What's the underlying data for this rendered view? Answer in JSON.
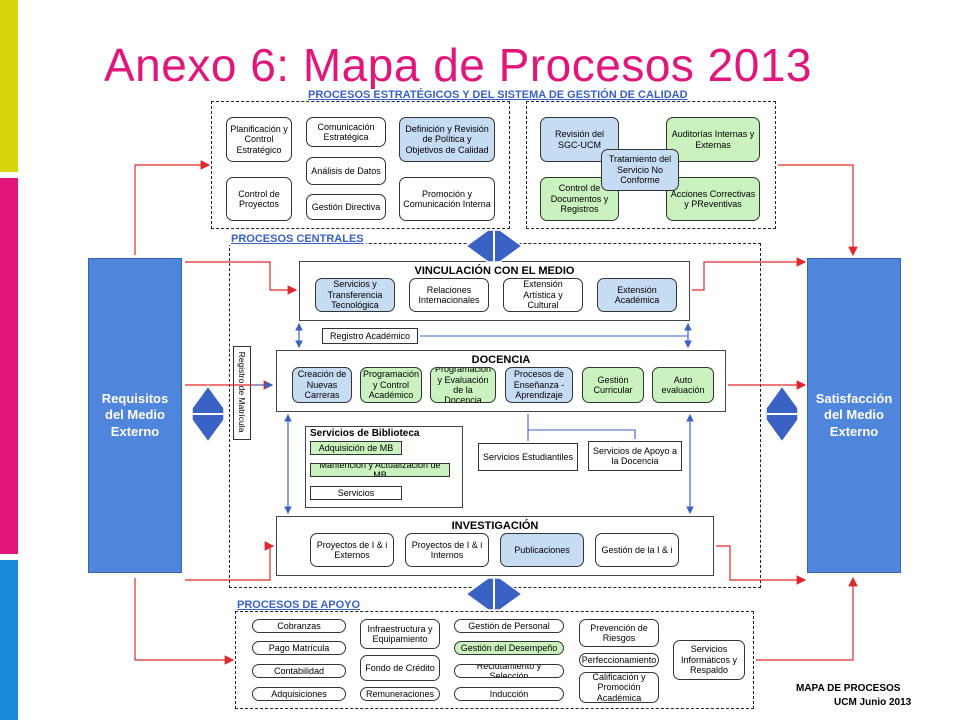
{
  "slide": {
    "title": "Anexo 6: Mapa de Procesos 2013"
  },
  "colors": {
    "title": "#e2157a",
    "band_top": "#d8d40a",
    "band_mid": "#e2157a",
    "band_bottom": "#1a8ad8",
    "column_blue": "#4f86dc",
    "box_blue": "#c5dcf2",
    "box_green": "#c9f2be",
    "arrow_red": "#e0282a",
    "arrow_blue": "#3a62c5"
  },
  "estrategicos": {
    "label": "PROCESOS ESTRATÉGICOS Y DEL SISTEMA DE GESTIÓN DE CALIDAD",
    "left": {
      "planificacion": "Planificación y Control Estratégico",
      "comunicacion_estrategica": "Comunicación Estratégica",
      "definicion_politica": "Definición y Revisión de Política y Objetivos de Calidad",
      "analisis_datos": "Análisis de Datos",
      "control_proyectos": "Control de Proyectos",
      "gestion_directiva": "Gestión Directiva",
      "promocion_comunicacion": "Promoción y Comunicación Interna"
    },
    "right": {
      "revision_sgc": "Revisión del SGC-UCM",
      "auditorias": "Auditorías Internas y Externas",
      "tratamiento": "Tratamiento del Servicio No Conforme",
      "control_documentos": "Control de Documentos y Registros",
      "acciones": "Acciones Correctivas y PReventivas"
    }
  },
  "centrales": {
    "label": "PROCESOS CENTRALES",
    "vinculacion": {
      "title": "VINCULACIÓN CON EL MEDIO",
      "items": [
        "Servicios y Transferencia Tecnológica",
        "Relaciones Internacionales",
        "Extensión Artística y Cultural",
        "Extensión Académica"
      ]
    },
    "registro_academico": "Registro Académico",
    "registro_matricula": "Registro de Matrícula",
    "docencia": {
      "title": "DOCENCIA",
      "items": [
        "Creación de Nuevas Carreras",
        "Programación y Control Académico",
        "Programación y Evaluación de la Docencia",
        "Procesos de Enseñanza - Aprendizaje",
        "Gestión Curricular",
        "Auto evaluación"
      ]
    },
    "biblioteca": {
      "title": "Servicios de Biblioteca",
      "items": [
        "Adquisición de MB",
        "Mantención y Actualización de MB",
        "Servicios"
      ]
    },
    "servicios_estudiantiles": "Servicios Estudiantiles",
    "servicios_apoyo_docencia": "Servicios de Apoyo a la Docencia",
    "investigacion": {
      "title": "INVESTIGACIÓN",
      "items": [
        "Proyectos de I & i Externos",
        "Proyectos de I & i Internos",
        "Publicaciones",
        "Gestión de la I & i"
      ]
    }
  },
  "requisitos": "Requisitos del Medio Externo",
  "satisfaccion": "Satisfacción del Medio Externo",
  "apoyo": {
    "label": "PROCESOS DE APOYO",
    "col1": [
      "Cobranzas",
      "Pago Matrícula",
      "Contabilidad",
      "Adquisiciones"
    ],
    "col2": [
      "Infraestructura y Equipamiento",
      "Fondo de Crédito",
      "Remuneraciones"
    ],
    "col3": [
      "Gestión de Personal",
      "Gestión del Desempeño",
      "Reclutamiento y Selección",
      "Inducción"
    ],
    "col4": [
      "Prevención de Riesgos",
      "Perfeccionamiento",
      "Calificación y Promoción Académica"
    ],
    "col5": [
      "Servicios Informáticos y Respaldo"
    ]
  },
  "legend": {
    "line1": "MAPA DE PROCESOS",
    "line2": "UCM Junio  2013"
  }
}
